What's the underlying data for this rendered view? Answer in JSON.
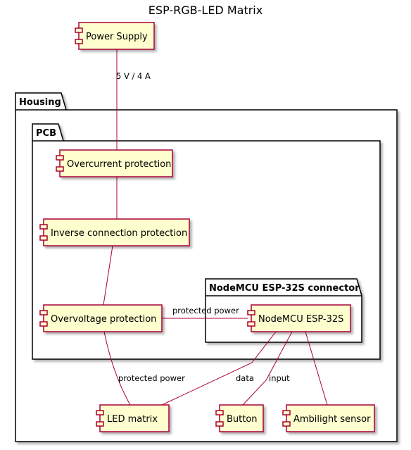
{
  "title": "ESP-RGB-LED Matrix",
  "packages": {
    "housing": "Housing",
    "pcb": "PCB",
    "connector": "NodeMCU ESP-32S connector"
  },
  "components": {
    "power_supply": "Power Supply",
    "overcurrent": "Overcurrent protection",
    "inverse": "Inverse connection protection",
    "overvoltage": "Overvoltage protection",
    "nodemcu": "NodeMCU ESP-32S",
    "led_matrix": "LED matrix",
    "button": "Button",
    "ambilight": "Ambilight sensor"
  },
  "edges": {
    "supply_label": "5 V / 4 A",
    "protected_power_1": "protected power",
    "protected_power_2": "protected power",
    "data": "data",
    "input": "input"
  },
  "colors": {
    "component_fill": "#FEFECE",
    "component_border": "#A80036",
    "edge": "#A80036"
  }
}
